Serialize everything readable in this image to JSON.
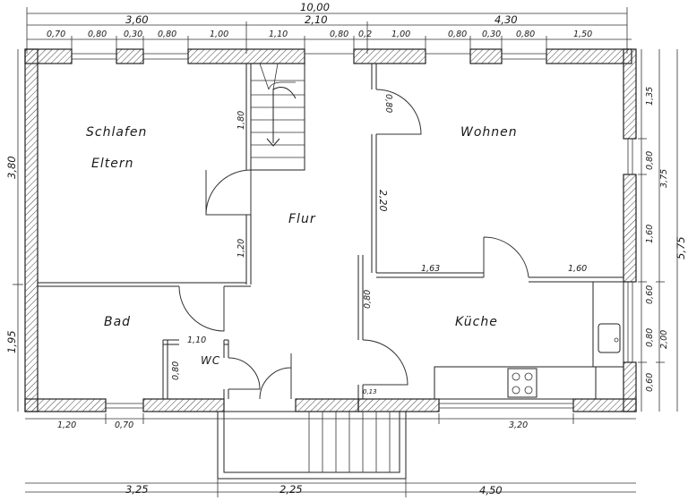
{
  "rooms": {
    "schlafen": "Schlafen",
    "eltern": "Eltern",
    "wohnen": "Wohnen",
    "flur": "Flur",
    "bad": "Bad",
    "kueche": "Küche",
    "wc": "WC"
  },
  "dimensions": {
    "top_total": "10,00",
    "top_left": "3,60",
    "top_mid": "2,10",
    "top_right": "4,30",
    "top_row": [
      "0,70",
      "0,80",
      "0,30",
      "0,80",
      "1,00",
      "1,10",
      "0,80",
      "0,2",
      "1,00",
      "0,80",
      "0,30",
      "0,80",
      "1,50"
    ],
    "left_upper": "3,80",
    "left_lower": "1,95",
    "right_135": "1,35",
    "right_080a": "0,80",
    "right_375": "3,75",
    "right_160": "1,60",
    "right_060a": "0,60",
    "right_080b": "0,80",
    "right_060b": "0,60",
    "right_200": "2,00",
    "right_575": "5,75",
    "stair_180": "1,80",
    "hall_120": "1,20",
    "door_080": "0,80",
    "wall_220": "2,20",
    "kitchen_163": "1,63",
    "kitchen_160": "1,60",
    "kitchen_080": "0,80",
    "wc_110": "1,10",
    "wc_080": "0,80",
    "small_013": "0,13",
    "bottom_120": "1,20",
    "bottom_070": "0,70",
    "bottom_320": "3,20",
    "bottom_325": "3,25",
    "bottom_225": "2,25",
    "bottom_450": "4,50"
  }
}
